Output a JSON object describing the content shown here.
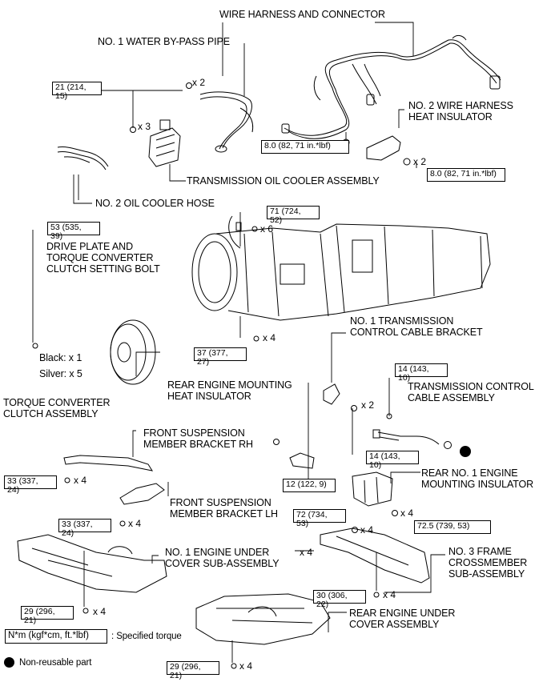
{
  "labels": {
    "wire_harness": "WIRE HARNESS AND CONNECTOR",
    "water_bypass": "NO. 1 WATER BY-PASS PIPE",
    "wire_harness_insulator": "NO. 2 WIRE HARNESS\nHEAT INSULATOR",
    "trans_oil_cooler": "TRANSMISSION OIL COOLER ASSEMBLY",
    "oil_cooler_hose": "NO. 2 OIL COOLER HOSE",
    "drive_plate": "DRIVE PLATE AND\nTORQUE CONVERTER\nCLUTCH SETTING BOLT",
    "black_count": "Black: x 1",
    "silver_count": "Silver: x 5",
    "torque_converter": "TORQUE CONVERTER\nCLUTCH ASSEMBLY",
    "cable_bracket": "NO. 1 TRANSMISSION\nCONTROL CABLE BRACKET",
    "rear_heat_insulator": "REAR ENGINE MOUNTING\nHEAT INSULATOR",
    "control_cable": "TRANSMISSION CONTROL\nCABLE ASSEMBLY",
    "front_bracket_rh": "FRONT SUSPENSION\nMEMBER BRACKET RH",
    "front_bracket_lh": "FRONT SUSPENSION\nMEMBER BRACKET LH",
    "rear_mount_insulator": "REAR NO. 1 ENGINE\nMOUNTING INSULATOR",
    "under_cover": "NO. 1 ENGINE UNDER\nCOVER SUB-ASSEMBLY",
    "frame_crossmember": "NO. 3 FRAME\nCROSSMEMBER\nSUB-ASSEMBLY",
    "rear_under_cover": "REAR ENGINE UNDER\nCOVER ASSEMBLY"
  },
  "torques": {
    "t21": "21 (214,\n15)",
    "t80a": "8.0 (82, 71 in.*lbf)",
    "t80b": "8.0 (82, 71 in.*lbf)",
    "t53": "53 (535,\n39)",
    "t71": "71 (724,\n52)",
    "t37": "37 (377,\n27)",
    "t14a": "14 (143,\n10)",
    "t14b": "14 (143,\n10)",
    "t12": "12 (122, 9)",
    "t33a": "33 (337,\n24)",
    "t33b": "33 (337,\n24)",
    "t72": "72 (734,\n53)",
    "t725": "72.5 (739, 53)",
    "t29a": "29 (296,\n21)",
    "t30": "30 (306,\n22)",
    "t29b": "29 (296,\n21)"
  },
  "quantities": {
    "q_x2_wp": "x 2",
    "q_x3": "x 3",
    "q_x2_ins": "x 2",
    "q_x6": "x 6",
    "q_x4_37": "x 4",
    "q_x2_br": "x 2",
    "q_x4_33a": "x 4",
    "q_x4_33b": "x 4",
    "q_x4_725": "x 4",
    "q_x4_72": "x 4",
    "q_x4_bolt": "x 4",
    "q_x4_29a": "x 4",
    "q_x4_30": "x 4",
    "q_x4_29b": "x 4"
  },
  "legend": {
    "unit_box": "N*m (kgf*cm, ft.*lbf)",
    "unit_text": ": Specified torque",
    "nonreusable": "Non-reusable part"
  }
}
